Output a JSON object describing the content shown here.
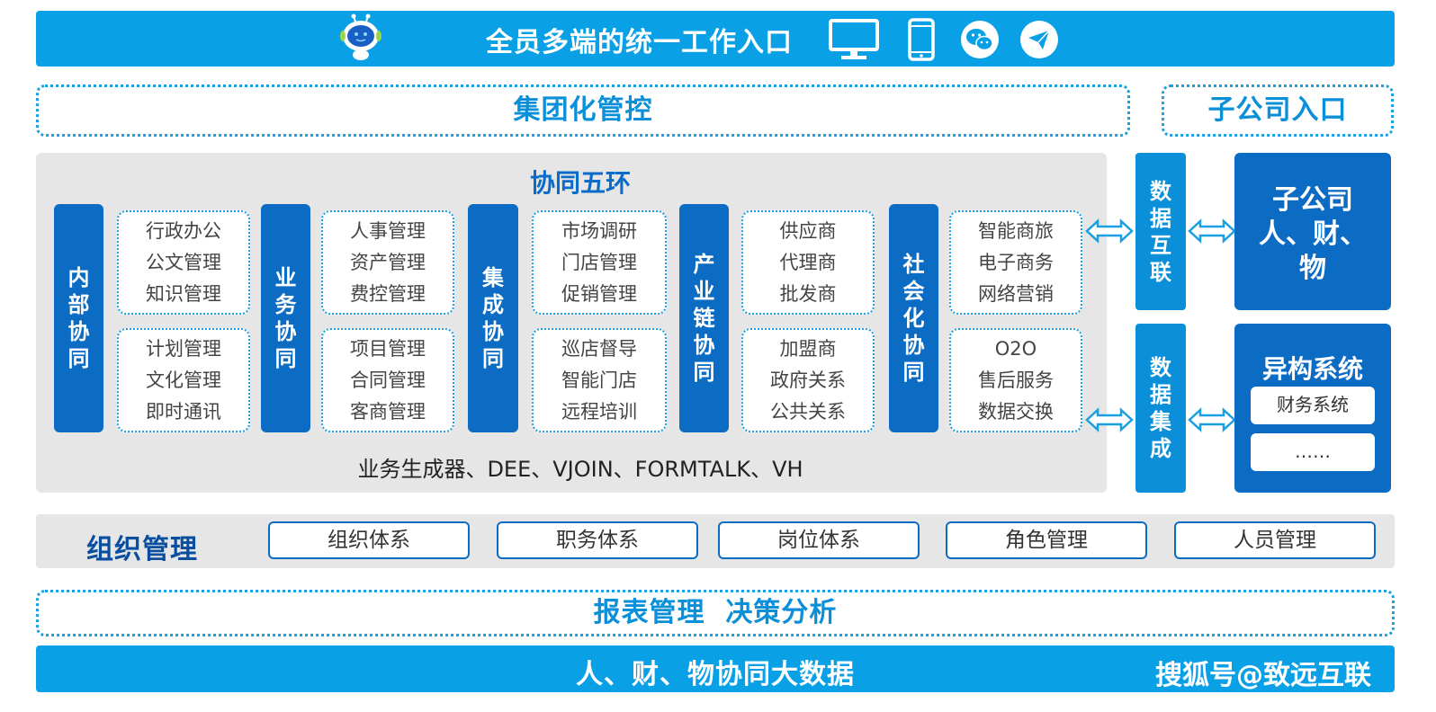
{
  "top": {
    "title": "全员多端的统一工作入口",
    "icons": [
      "robot-mascot",
      "monitor-icon",
      "phone-icon",
      "wechat-icon",
      "plane-icon"
    ]
  },
  "group_control": {
    "title": "集团化管控"
  },
  "subsidiary_entry": {
    "title": "子公司入口"
  },
  "collab": {
    "title": "协同五环",
    "categories": [
      {
        "label": "内部协同",
        "upper": [
          "行政办公",
          "公文管理",
          "知识管理"
        ],
        "lower": [
          "计划管理",
          "文化管理",
          "即时通讯"
        ]
      },
      {
        "label": "业务协同",
        "upper": [
          "人事管理",
          "资产管理",
          "费控管理"
        ],
        "lower": [
          "项目管理",
          "合同管理",
          "客商管理"
        ]
      },
      {
        "label": "集成协同",
        "upper": [
          "市场调研",
          "门店管理",
          "促销管理"
        ],
        "lower": [
          "巡店督导",
          "智能门店",
          "远程培训"
        ]
      },
      {
        "label": "产业链协同",
        "upper": [
          "供应商",
          "代理商",
          "批发商"
        ],
        "lower": [
          "加盟商",
          "政府关系",
          "公共关系"
        ]
      },
      {
        "label": "社会化协同",
        "upper": [
          "智能商旅",
          "电子商务",
          "网络营销"
        ],
        "lower": [
          "O2O",
          "售后服务",
          "数据交换"
        ]
      }
    ],
    "footer": "业务生成器、DEE、VJOIN、FORMTALK、VH"
  },
  "right": {
    "data_interconnect": "数据互联",
    "data_integration": "数据集成",
    "subsidiary": {
      "line1": "子公司",
      "line2": "人、财、",
      "line3": "物"
    },
    "hetero": {
      "title": "异构系统",
      "items": [
        "财务系统",
        "……"
      ]
    }
  },
  "org": {
    "title": "组织管理",
    "items": [
      "组织体系",
      "职务体系",
      "岗位体系",
      "角色管理",
      "人员管理"
    ]
  },
  "report": {
    "title": "报表管理  决策分析"
  },
  "bottom": {
    "title": "人、财、物协同大数据",
    "watermark": "搜狐号@致远互联"
  },
  "colors": {
    "primary_blue": "#0aa0e6",
    "dark_blue": "#0c6cc4",
    "panel_gray": "#e6e6e6"
  }
}
